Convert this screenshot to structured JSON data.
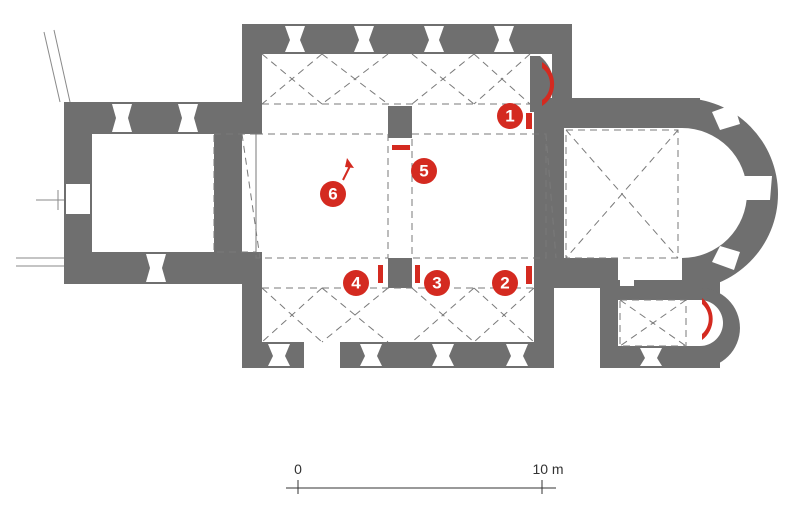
{
  "markers": [
    {
      "id": "marker-1",
      "label": "1"
    },
    {
      "id": "marker-2",
      "label": "2"
    },
    {
      "id": "marker-3",
      "label": "3"
    },
    {
      "id": "marker-4",
      "label": "4"
    },
    {
      "id": "marker-5",
      "label": "5"
    },
    {
      "id": "marker-6",
      "label": "6"
    }
  ],
  "scale_bar": {
    "start_label": "0",
    "end_label": "10 m"
  },
  "colors": {
    "wall": "#6f6f6f",
    "marker": "#d42a20",
    "vault_lines": "#7a7a7a",
    "background": "#ffffff"
  }
}
